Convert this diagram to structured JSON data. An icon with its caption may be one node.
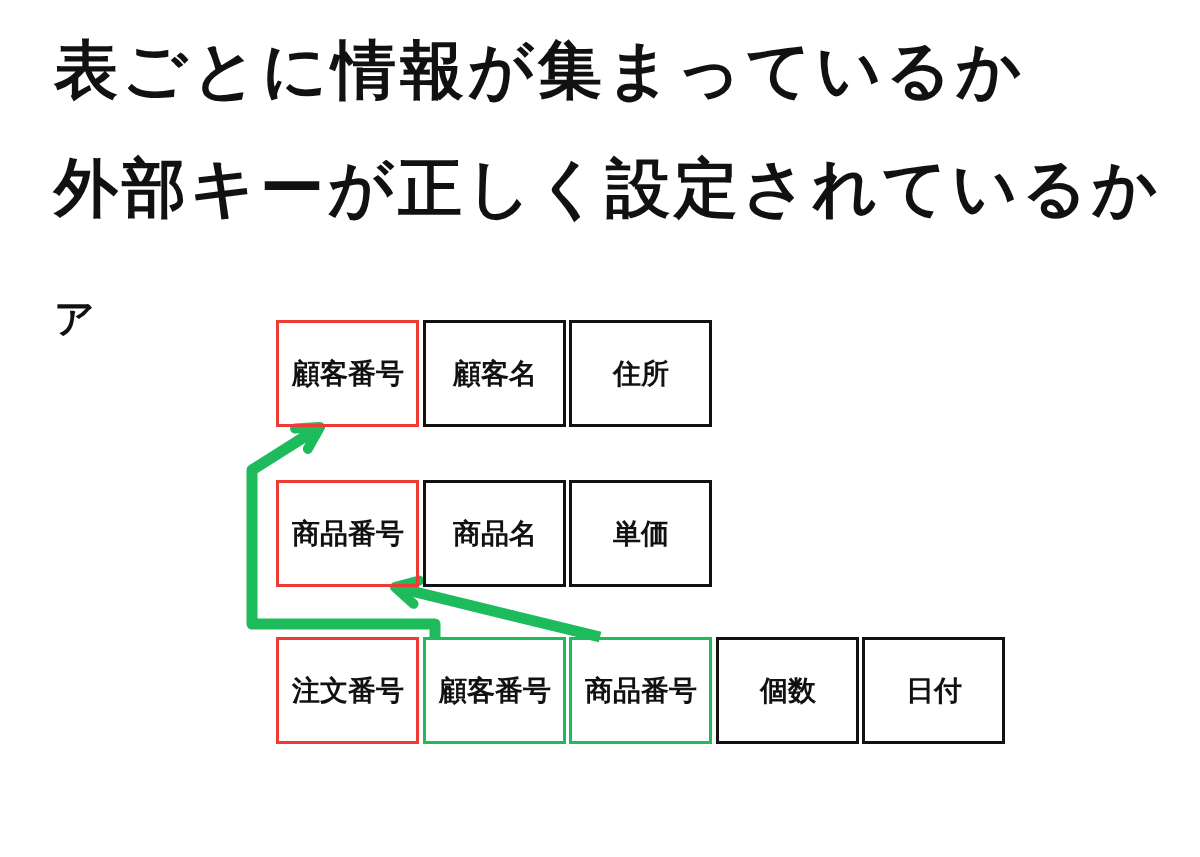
{
  "diagram": {
    "nodes": [
      {
        "text": [
          "顧客番号"
        ]
      },
      {
        "text": [
          "顧客名"
        ]
      },
      {
        "text": [
          "住所"
        ]
      },
      {
        "text": [
          "商品番号"
        ]
      },
      {
        "text": [
          "商品名"
        ]
      },
      {
        "text": [
          "単価"
        ]
      },
      {
        "text": [
          "注文番号"
        ]
      },
      {
        "text": [
          "顧客番号"
        ]
      },
      {
        "text": [
          "商品番号"
        ]
      },
      {
        "text": [
          "個数"
        ]
      },
      {
        "text": [
          "日付"
        ]
      }
    ],
    "edges": [
      {
        "from": 7,
        "to": 0,
        "arrow": "to"
      },
      {
        "from": 8,
        "to": 3,
        "arrow": "to"
      }
    ],
    "labels": [
      "表ごとに情報が集まっているか",
      "外部キーが正しく設定されているか",
      "ア"
    ]
  }
}
